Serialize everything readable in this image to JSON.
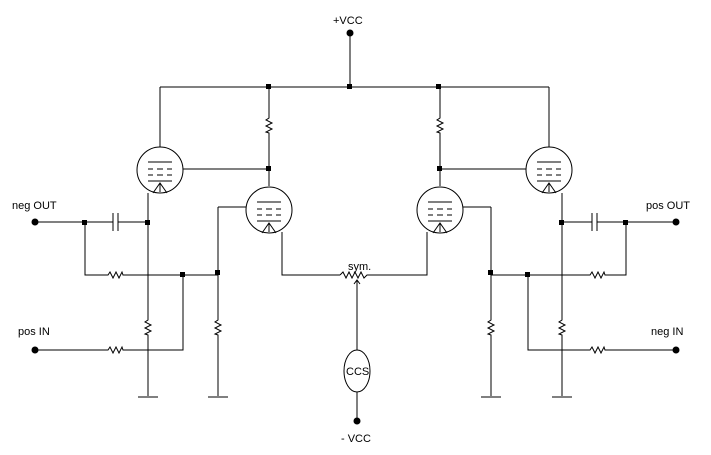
{
  "labels": {
    "vcc_pos": "+VCC",
    "vcc_neg": "- VCC",
    "neg_out": "neg OUT",
    "pos_out": "pos OUT",
    "pos_in": "pos IN",
    "neg_in": "neg IN",
    "sym": "sym.",
    "ccs": "CCS"
  }
}
